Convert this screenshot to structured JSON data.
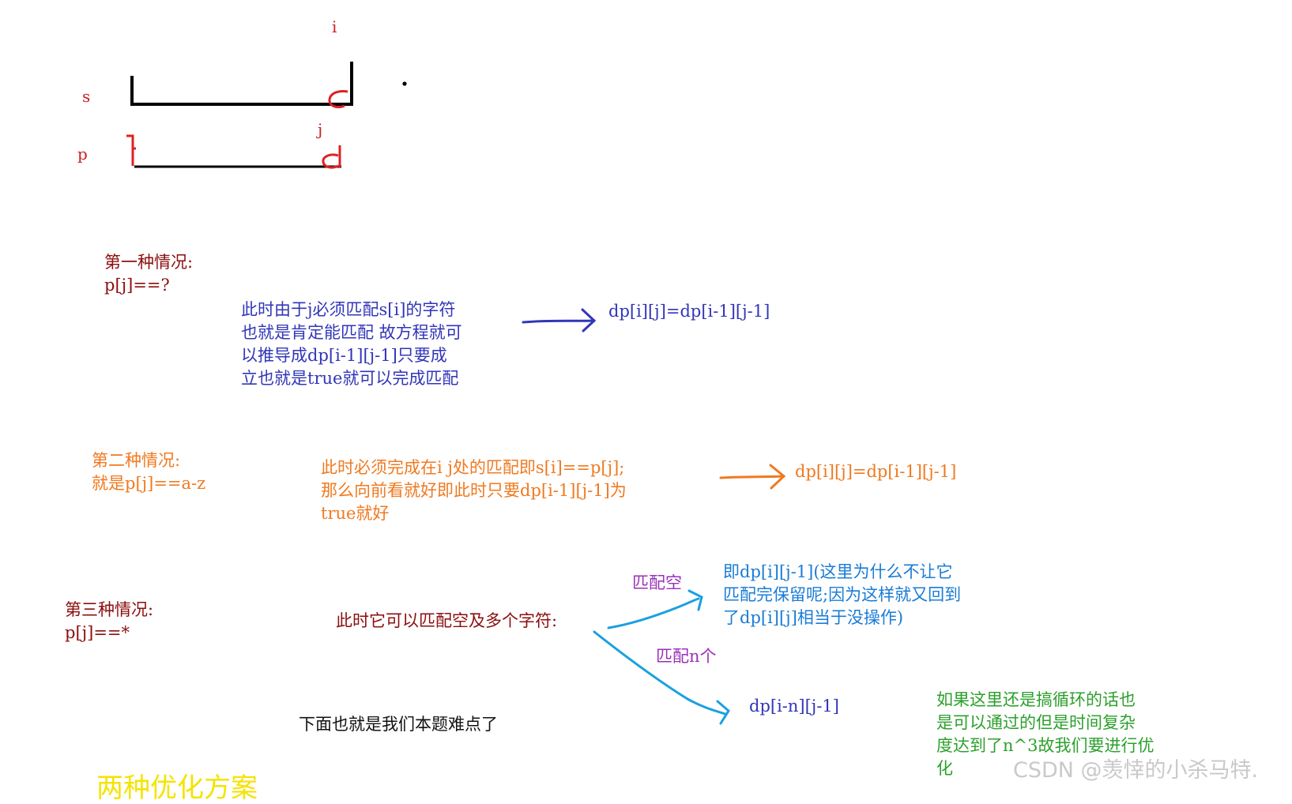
{
  "labels": {
    "i": "i",
    "s": "s",
    "j": "j",
    "p": "p"
  },
  "case1": {
    "title": "第一种情况:",
    "condition": "p[j]==?",
    "explanation": [
      "此时由于j必须匹配s[i]的字符",
      "也就是肯定能匹配 故方程就可",
      "以推导成dp[i-1][j-1]只要成",
      "立也就是true就可以完成匹配"
    ],
    "formula": "dp[i][j]=dp[i-1][j-1]"
  },
  "case2": {
    "title": "第二种情况:",
    "condition": "就是p[j]==a-z",
    "explanation": [
      "此时必须完成在i j处的匹配即s[i]==p[j];",
      "那么向前看就好即此时只要dp[i-1][j-1]为",
      "true就好"
    ],
    "formula": "dp[i][j]=dp[i-1][j-1]"
  },
  "case3": {
    "title": "第三种情况:",
    "condition": "p[j]==*",
    "explanation": "此时它可以匹配空及多个字符:",
    "branch_empty_label": "匹配空",
    "branch_empty_result": [
      "即dp[i][j-1](这里为什么不让它",
      "匹配完保留呢;因为这样就又回到",
      "了dp[i][j]相当于没操作)"
    ],
    "branch_n_label": "匹配n个",
    "branch_n_result": "dp[i-n][j-1]",
    "loop_note": [
      "如果这里还是搞循环的话也",
      "是可以通过的但是时间复杂",
      "度达到了n^3故我们要进行优",
      "化"
    ]
  },
  "difficulty_note": "下面也就是我们本题难点了",
  "next_section_title": "两种优化方案",
  "watermark": "CSDN @羡悻的小杀马特.",
  "colors": {
    "dark_red": "#8b0e0e",
    "red": "#cc1f1f",
    "blue": "#3236b8",
    "orange": "#f07a20",
    "purple": "#9932b8",
    "cyan": "#1a7cd6",
    "green": "#2ca02c",
    "yellow": "#f5e300"
  }
}
